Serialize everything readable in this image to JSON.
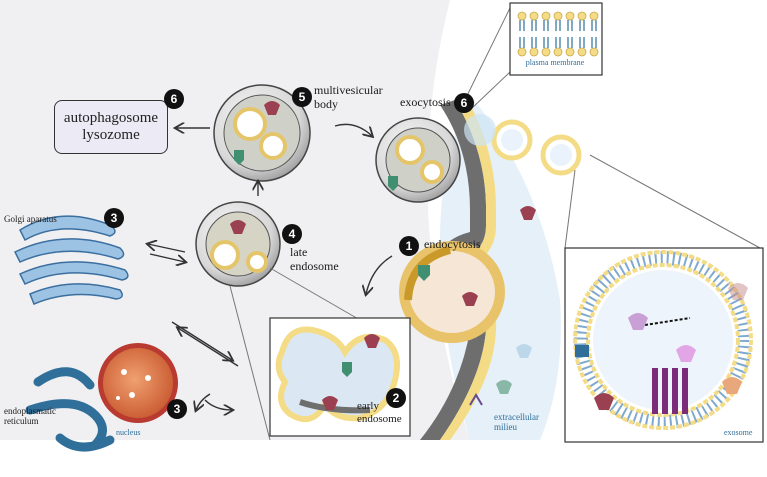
{
  "labels": {
    "autophagosome": "autophagosome",
    "lysozome": "lysozome",
    "multivesicular_1": "multivesicular",
    "multivesicular_2": "body",
    "exocytosis": "exocytosis",
    "plasma_membrane": "plasma membrane",
    "golgi": "Golgi aparatus",
    "late_1": "late",
    "late_2": "endosome",
    "endocytosis": "endocytosis",
    "early_1": "early",
    "early_2": "endosome",
    "er_1": "endoplasmatic",
    "er_2": "reticulum",
    "nucleus": "nucleus",
    "extracellular_1": "extracellular",
    "extracellular_2": "milieu",
    "exosome": "exosome"
  },
  "badges": {
    "autophagosome": "6",
    "multivesicular": "5",
    "exocytosis": "6",
    "golgi": "3",
    "late_endosome": "4",
    "endocytosis": "1",
    "early_endosome": "2",
    "nucleus": "3"
  },
  "colors": {
    "background_panel": "#f0f0f2",
    "membrane_yellow": "#f4dc86",
    "membrane_grey": "#6e6e6e",
    "extracellular_blue": "#d6e8f5",
    "receptor_red": "#9b4050",
    "receptor_green": "#3f8f70",
    "golgi_blue": "#9cc2e4",
    "er_blue": "#2f6f9a",
    "nucleus_orange": "#d9774a",
    "exosome_purple": "#7a2c7a"
  },
  "icons": [
    "arrow-icon",
    "receptor-icon",
    "vesicle-icon",
    "phospholipid-icon"
  ]
}
